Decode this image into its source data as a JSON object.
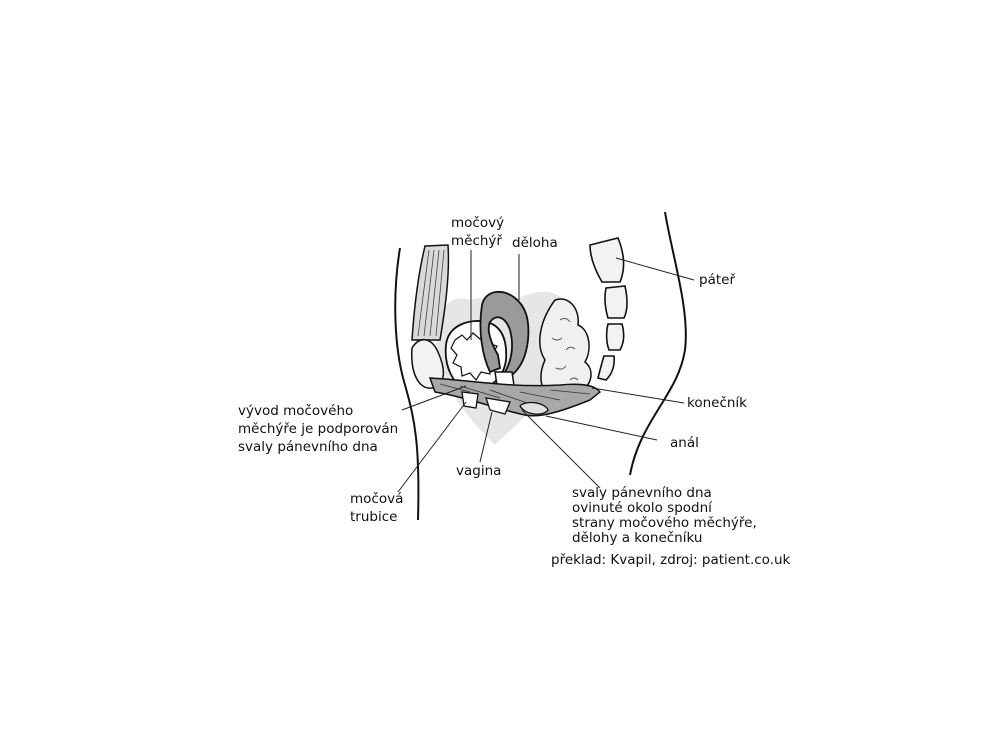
{
  "labels": {
    "bladder": [
      "močový",
      "měchýř"
    ],
    "uterus": "děloha",
    "spine": "páteř",
    "rectum": "konečník",
    "anus": "anál",
    "bladder_neck": [
      "vývod močového",
      "měchýře je podporován",
      "svaly pánevního dna"
    ],
    "vagina": "vagina",
    "urethra": [
      "močová",
      "trubice"
    ],
    "pelvic_floor": [
      "svaly pánevního dna",
      "ovinuté okolo spodní",
      "strany močového měchýře,",
      "dělohy a konečníku"
    ]
  },
  "credit": "překlad: Kvapil, zdroj: patient.co.uk"
}
